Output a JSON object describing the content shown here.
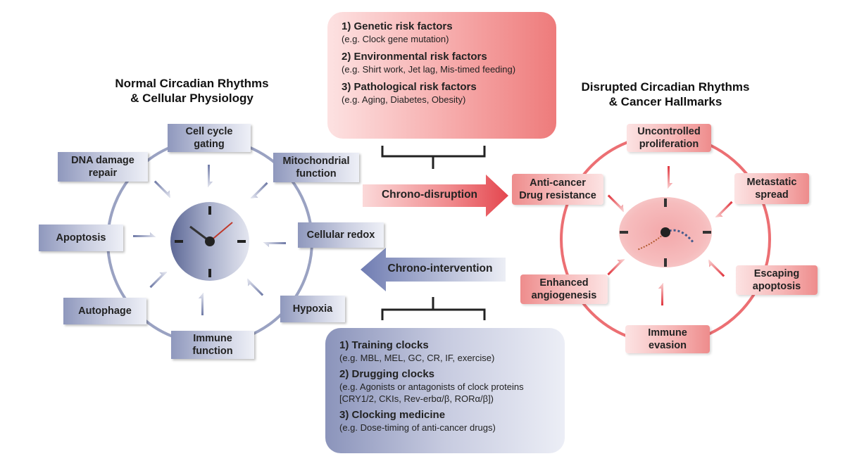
{
  "left_title": [
    "Normal Circadian Rhythms",
    "& Cellular Physiology"
  ],
  "right_title": [
    "Disrupted Circadian Rhythms",
    "& Cancer Hallmarks"
  ],
  "risk_panel": [
    {
      "heading": "1) Genetic risk factors",
      "detail": "(e.g. Clock gene mutation)"
    },
    {
      "heading": "2) Environmental risk factors",
      "detail": "(e.g. Shirt work, Jet lag, Mis-timed feeding)"
    },
    {
      "heading": "3) Pathological risk factors",
      "detail": "(e.g. Aging, Diabetes, Obesity)"
    }
  ],
  "intervention_panel": [
    {
      "heading": "1) Training clocks",
      "detail": [
        "(e.g. MBL, MEL, GC, CR, IF, exercise)"
      ]
    },
    {
      "heading": "2) Drugging clocks",
      "detail": [
        "(e.g. Agonists or antagonists of clock proteins",
        "[CRY1/2, CKIs,  Rev-erbα/β, RORα/β])"
      ]
    },
    {
      "heading": "3) Clocking medicine",
      "detail": [
        "(e.g. Dose-timing of anti-cancer drugs)"
      ]
    }
  ],
  "arrows": {
    "disruption": "Chrono-disruption",
    "intervention": "Chrono-intervention"
  },
  "normal_nodes": {
    "cell_cycle": [
      "Cell cycle",
      "gating"
    ],
    "mitochondrial": [
      "Mitochondrial",
      "function"
    ],
    "redox": [
      "Cellular redox"
    ],
    "hypoxia": [
      "Hypoxia"
    ],
    "immune": [
      "Immune",
      "function"
    ],
    "autophage": [
      "Autophage"
    ],
    "apoptosis": [
      "Apoptosis"
    ],
    "dna_repair": [
      "DNA damage",
      "repair"
    ]
  },
  "cancer_nodes": {
    "proliferation": [
      "Uncontrolled",
      "proliferation"
    ],
    "metastatic": [
      "Metastatic",
      "spread"
    ],
    "escaping": [
      "Escaping",
      "apoptosis"
    ],
    "immune_evasion": [
      "Immune",
      "evasion"
    ],
    "angiogenesis": [
      "Enhanced",
      "angiogenesis"
    ],
    "drug_resistance": [
      "Anti-cancer",
      "Drug resistance"
    ]
  },
  "colors": {
    "blue_dark": "#7d87b0",
    "blue_light": "#e8eaf3",
    "red_dark": "#e0454d",
    "red_light": "#f9cccc",
    "ring_blue": "#9aa2c2",
    "ring_red": "#ec6f73"
  }
}
